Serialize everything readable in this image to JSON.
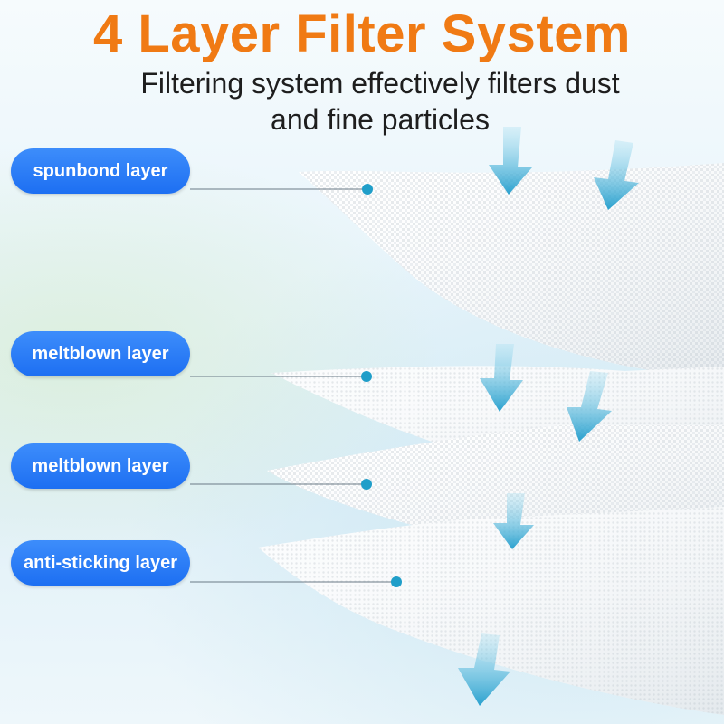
{
  "header": {
    "title": "4 Layer Filter System",
    "subtitle_line1": "Filtering system effectively filters dust",
    "subtitle_line2": "and fine particles"
  },
  "layers": [
    {
      "label": "spunbond layer"
    },
    {
      "label": "meltblown layer"
    },
    {
      "label": "meltblown layer"
    },
    {
      "label": "anti-sticking layer"
    }
  ],
  "colors": {
    "title": "#f07a14",
    "pill": "#2475f5",
    "arrow": "#2fa8d4",
    "dot": "#1f9ec9"
  }
}
